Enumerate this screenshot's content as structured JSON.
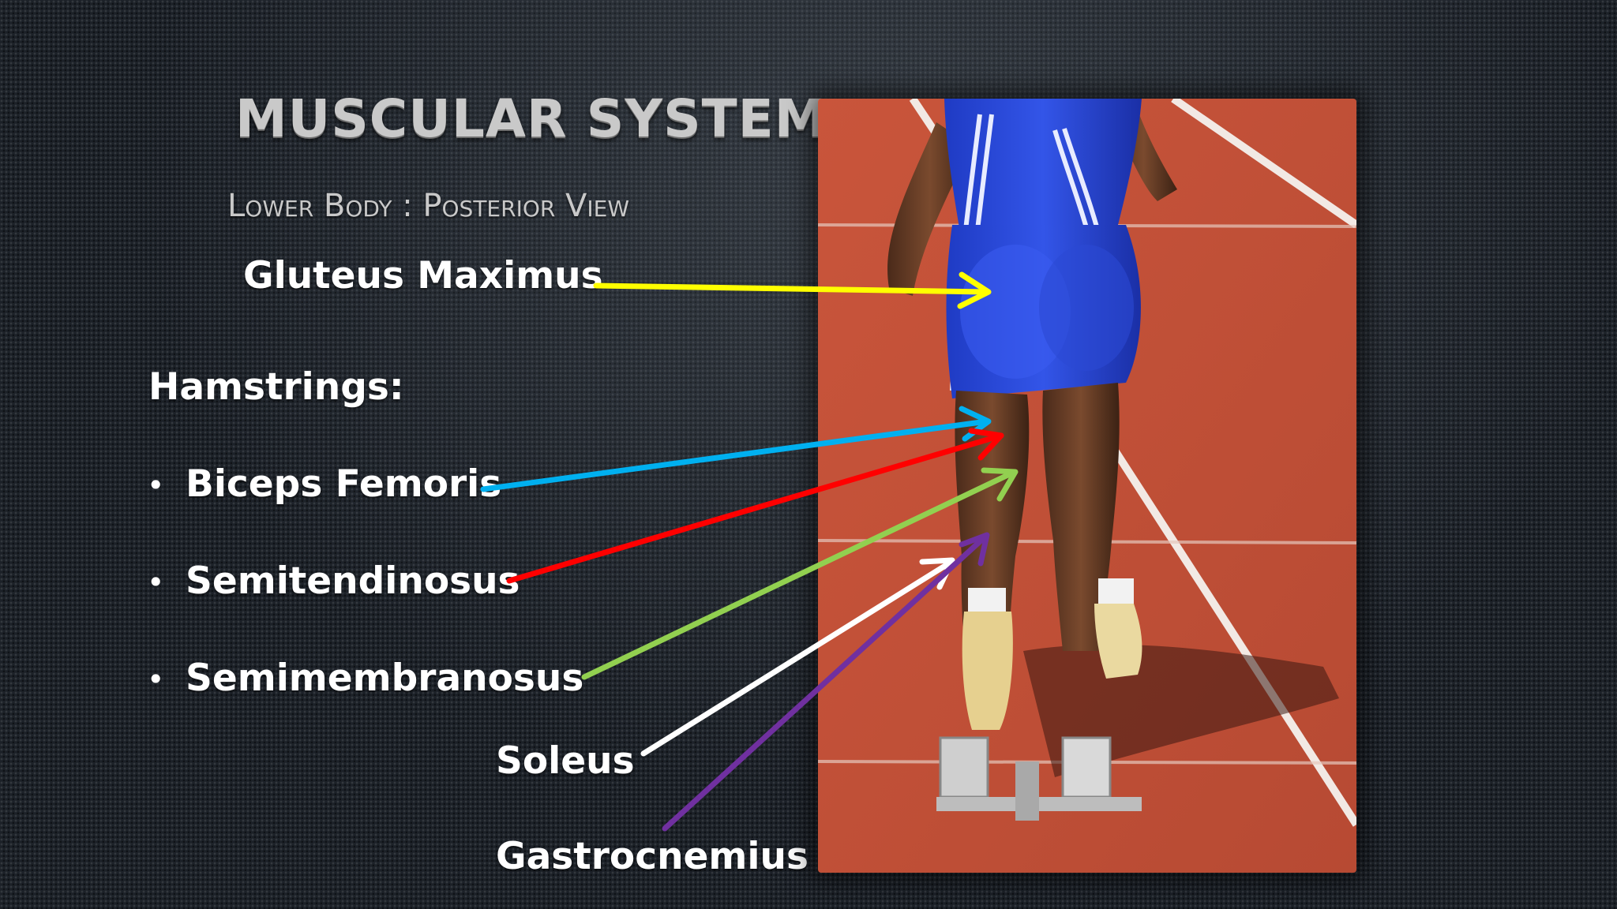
{
  "title": "Muscular System",
  "subtitle": "Lower Body : Posterior View",
  "labels": {
    "gluteus": "Gluteus  Maximus",
    "hamstrings": "Hamstrings:",
    "biceps": "Biceps Femoris",
    "semitendinosus": "Semitendinosus",
    "semimembranosus": "Semimembranosus",
    "soleus": "Soleus",
    "gastrocnemius": "Gastrocnemius"
  },
  "bullet_char": "•",
  "arrow_colors": {
    "gluteus": "#ffff00",
    "biceps": "#00b0f0",
    "semitendinosus": "#ff0000",
    "semimembranosus": "#92d050",
    "soleus": "#ffffff",
    "gastrocnemius": "#7030a0"
  }
}
